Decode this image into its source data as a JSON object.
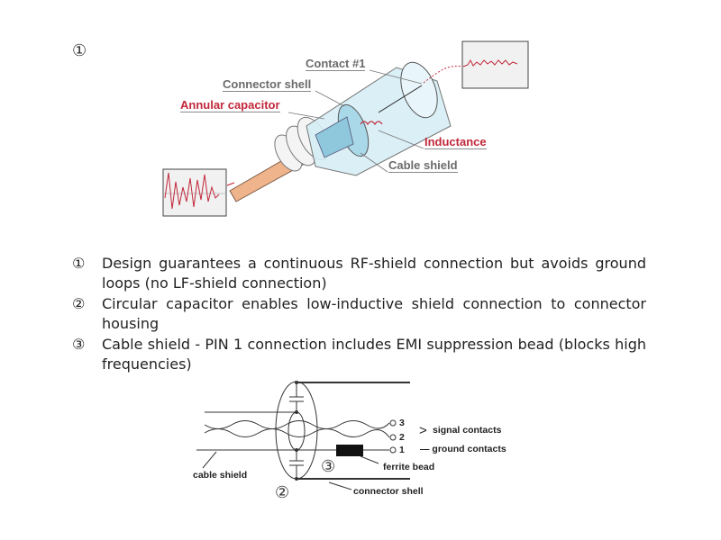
{
  "figure_marker": "①",
  "illustration": {
    "labels": {
      "contact": "Contact #1",
      "connector_shell": "Connector shell",
      "annular_capacitor": "Annular capacitor",
      "inductance": "Inductance",
      "cable_shield": "Cable shield"
    },
    "colors": {
      "accent_red": "#c2283a",
      "label_gray": "#6b6b6b",
      "cable": "#f0b48c",
      "shell_blue": "#cfeaf3"
    }
  },
  "list": [
    {
      "marker": "①",
      "text": "Design guarantees a continuous RF-shield connection but avoids ground loops (no LF-shield connection)"
    },
    {
      "marker": "②",
      "text": "Circular capacitor enables low-inductive shield connection to connector housing"
    },
    {
      "marker": "③",
      "text": "Cable shield - PIN 1 connection includes EMI suppression bead (blocks high frequencies)"
    }
  ],
  "schematic": {
    "pins": [
      "3",
      "2",
      "1"
    ],
    "signal_bracket": ">",
    "signal_contacts": "signal contacts",
    "ground_contacts": "— ground contacts",
    "ferrite_bead": "ferrite bead",
    "cable_shield": "cable shield",
    "connector_shell": "connector shell",
    "marker_2": "②",
    "marker_3": "③"
  }
}
